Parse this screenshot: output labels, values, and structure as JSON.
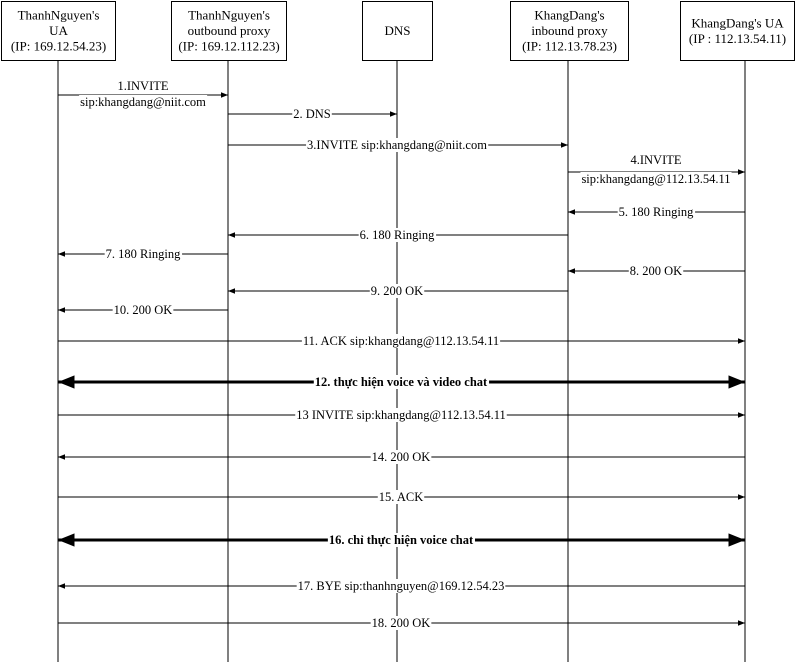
{
  "participants": [
    {
      "id": "thanh-ua",
      "lines": [
        "ThanhNguyen's",
        "UA",
        "(IP: 169.12.54.23)"
      ]
    },
    {
      "id": "thanh-proxy",
      "lines": [
        "ThanhNguyen's",
        "outbound proxy",
        "(IP: 169.12.112.23)"
      ]
    },
    {
      "id": "dns",
      "lines": [
        "DNS"
      ]
    },
    {
      "id": "khang-proxy",
      "lines": [
        "KhangDang's",
        "inbound proxy",
        "(IP: 112.13.78.23)"
      ]
    },
    {
      "id": "khang-ua",
      "lines": [
        "KhangDang's UA",
        "(IP : 112.13.54.11)"
      ]
    }
  ],
  "messages": [
    {
      "from": 0,
      "to": 1,
      "lines": [
        "1.INVITE",
        "sip:khangdang@niit.com"
      ],
      "bold": false
    },
    {
      "from": 1,
      "to": 2,
      "lines": [
        "2. DNS"
      ],
      "bold": false
    },
    {
      "from": 1,
      "to": 3,
      "lines": [
        "3.INVITE sip:khangdang@niit.com"
      ],
      "bold": false
    },
    {
      "from": 3,
      "to": 4,
      "lines": [
        "4.INVITE",
        "sip:khangdang@112.13.54.11"
      ],
      "bold": false
    },
    {
      "from": 4,
      "to": 3,
      "lines": [
        "5. 180 Ringing"
      ],
      "bold": false
    },
    {
      "from": 3,
      "to": 1,
      "lines": [
        "6. 180 Ringing"
      ],
      "bold": false
    },
    {
      "from": 1,
      "to": 0,
      "lines": [
        "7. 180 Ringing"
      ],
      "bold": false
    },
    {
      "from": 4,
      "to": 3,
      "lines": [
        "8. 200 OK"
      ],
      "bold": false
    },
    {
      "from": 3,
      "to": 1,
      "lines": [
        "9. 200 OK"
      ],
      "bold": false
    },
    {
      "from": 1,
      "to": 0,
      "lines": [
        "10. 200 OK"
      ],
      "bold": false
    },
    {
      "from": 0,
      "to": 4,
      "lines": [
        "11. ACK sip:khangdang@112.13.54.11"
      ],
      "bold": false
    },
    {
      "from": 0,
      "to": 4,
      "lines": [
        "12. thực hiện voice và video chat"
      ],
      "bold": true,
      "both": true
    },
    {
      "from": 0,
      "to": 4,
      "lines": [
        "13 INVITE sip:khangdang@112.13.54.11"
      ],
      "bold": false
    },
    {
      "from": 4,
      "to": 0,
      "lines": [
        "14. 200 OK"
      ],
      "bold": false
    },
    {
      "from": 0,
      "to": 4,
      "lines": [
        "15. ACK"
      ],
      "bold": false
    },
    {
      "from": 0,
      "to": 4,
      "lines": [
        "16. chỉ thực hiện voice chat"
      ],
      "bold": true,
      "both": true
    },
    {
      "from": 4,
      "to": 0,
      "lines": [
        "17. BYE sip:thanhnguyen@169.12.54.23"
      ],
      "bold": false
    },
    {
      "from": 0,
      "to": 4,
      "lines": [
        "18. 200 OK"
      ],
      "bold": false
    }
  ]
}
